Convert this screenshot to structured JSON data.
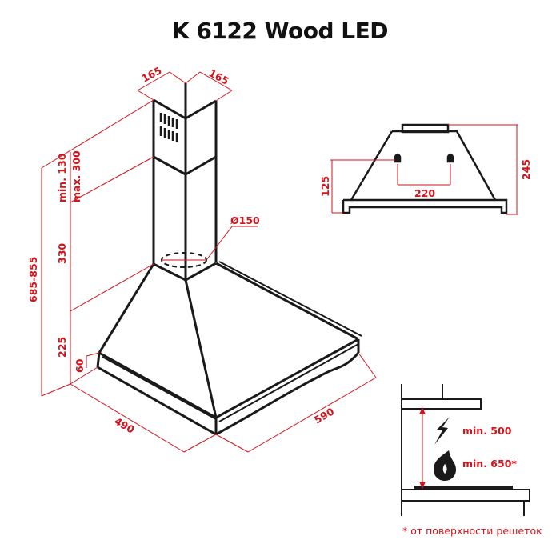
{
  "title": "K 6122 Wood LED",
  "colors": {
    "dimension": "#d4131b",
    "outline": "#1a1a1a",
    "background": "#ffffff"
  },
  "main_view": {
    "chimney_width_left": "165",
    "chimney_width_right": "165",
    "chimney_min": "min. 130",
    "chimney_max": "max. 300",
    "upper_chimney_height": "330",
    "hood_height": "225",
    "total_height": "685-855",
    "rim_height": "60",
    "depth": "490",
    "width": "590",
    "outlet_diameter": "Ø150"
  },
  "back_view": {
    "mount_height": "125",
    "mount_spacing": "220",
    "total_height": "245"
  },
  "clearance_view": {
    "electric_label": "min. 500",
    "gas_label": "min. 650*",
    "footnote": "* от поверхности решеток",
    "icons": [
      "lightning-icon",
      "flame-icon"
    ]
  }
}
